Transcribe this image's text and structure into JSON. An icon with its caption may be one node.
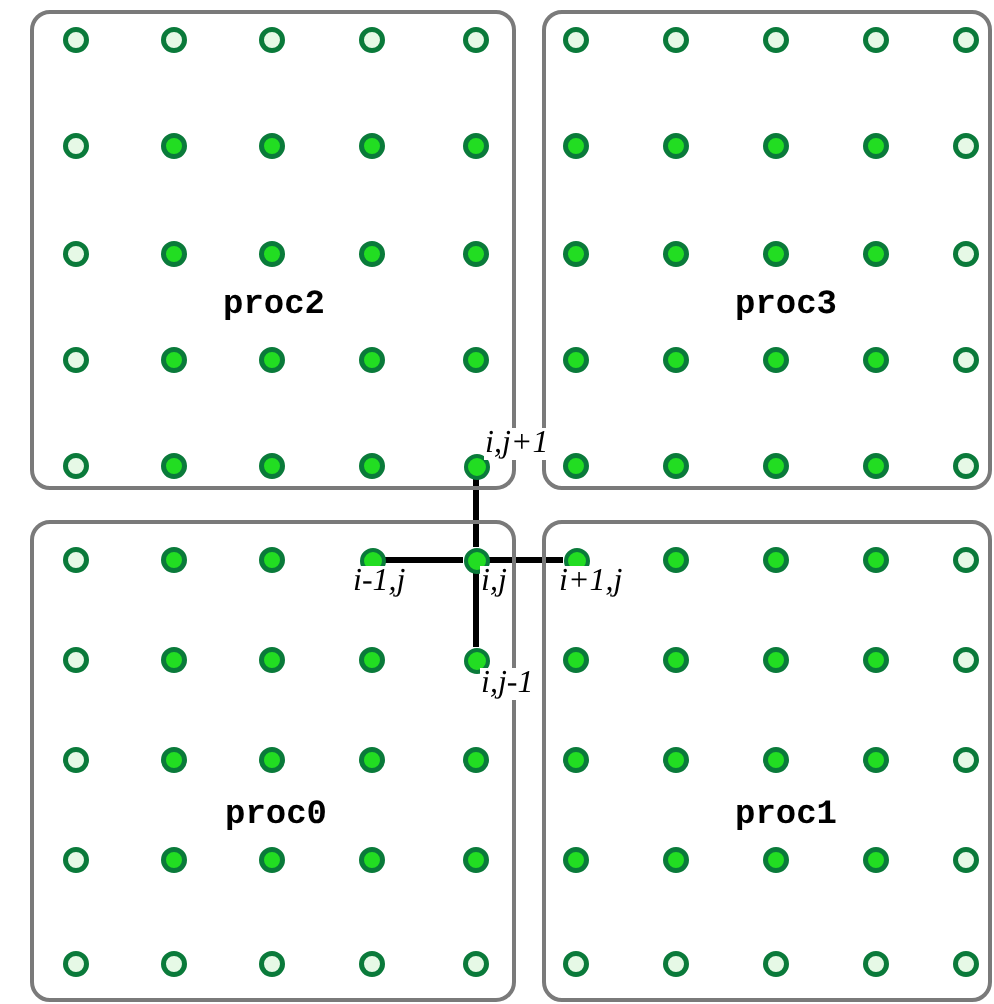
{
  "diagram": {
    "nodes": [
      {
        "text": [
          "proc2"
        ]
      },
      {
        "text": [
          "proc3"
        ]
      },
      {
        "text": [
          "proc0"
        ]
      },
      {
        "text": [
          "proc1"
        ]
      },
      {
        "text": [],
        "shape": "circle",
        "in": 0,
        "beside": [
          "i,j+1"
        ]
      },
      {
        "text": [],
        "shape": "circle",
        "in": 2,
        "beside": [
          "i-1,j"
        ]
      },
      {
        "text": [],
        "shape": "circle",
        "in": 2,
        "beside": [
          "i,j"
        ]
      },
      {
        "text": [],
        "shape": "circle",
        "in": 3,
        "beside": [
          "i+1,j"
        ]
      },
      {
        "text": [],
        "shape": "circle",
        "in": 2,
        "beside": [
          "i,j-1"
        ]
      }
    ],
    "edges": [
      {
        "from": 6,
        "to": 4,
        "arrow": "none"
      },
      {
        "from": 6,
        "to": 5,
        "arrow": "none"
      },
      {
        "from": 6,
        "to": 7,
        "arrow": "none"
      },
      {
        "from": 6,
        "to": 8,
        "arrow": "none"
      }
    ]
  }
}
